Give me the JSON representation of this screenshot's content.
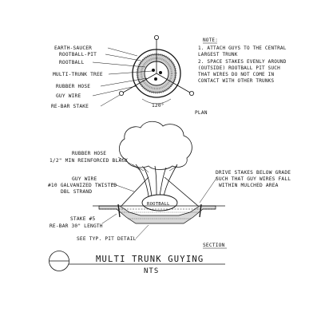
{
  "plan": {
    "labels": [
      "EARTH-SAUCER",
      "ROOTBALL-PIT",
      "ROOTBALL",
      "MULTI-TRUNK TREE",
      "RUBBER HOSE",
      "GUY WIRE",
      "RE-BAR STAKE"
    ],
    "angle": "120°",
    "title": "PLAN"
  },
  "note": {
    "heading": "NOTE:",
    "lines": [
      "1. ATTACH GUYS TO THE CENTRAL",
      "   LARGEST TRUNK",
      "2. SPACE STAKES EVENLY AROUND",
      "   (OUTSIDE) ROOTBALL PIT SUCH",
      "   THAT WIRES DO NOT COME IN",
      "   CONTACT WITH OTHER TRUNKS"
    ]
  },
  "section": {
    "labels_left": [
      "RUBBER HOSE",
      "1/2\" MIN REINFORCED BLACK",
      "GUY WIRE",
      "#10 GALVANIZED TWISTED",
      "DBL STRAND",
      "STAKE #5",
      "RE-BAR 30\" LENGTH",
      "SEE TYP. PIT DETAIL"
    ],
    "labels_right": [
      "DRIVE STAKES BELOW GRADE",
      "SUCH THAT GUY WIRES FALL",
      "WITHIN MULCHED AREA"
    ],
    "rootball_label": "ROOTBALL",
    "title": "SECTION"
  },
  "title_block": {
    "title": "MULTI TRUNK GUYING",
    "scale": "NTS"
  }
}
